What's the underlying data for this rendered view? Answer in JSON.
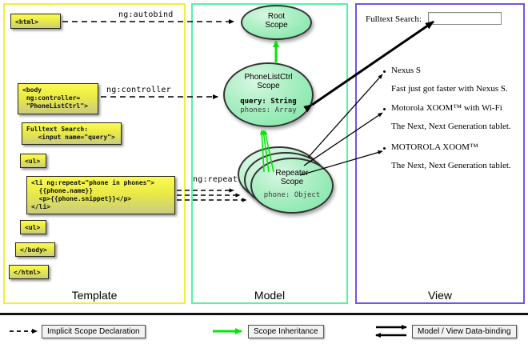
{
  "panels": {
    "template": {
      "label": "Template",
      "border_color": "#f2ef3a"
    },
    "model": {
      "label": "Model",
      "border_color": "#55f5a3"
    },
    "view": {
      "label": "View",
      "border_color": "#6b57e8"
    }
  },
  "template_boxes": [
    {
      "id": "html-open",
      "text": "<html>"
    },
    {
      "id": "body-open",
      "text": "<body\n ng:controller=\n \"PhoneListCtrl\">"
    },
    {
      "id": "search",
      "text": "Fulltext Search:\n   <input name=\"query\">"
    },
    {
      "id": "ul-open",
      "text": "<ul>"
    },
    {
      "id": "li-repeat",
      "text": "<li ng:repeat=\"phone in phones\">\n  {{phone.name}}\n  <p>{{phone.snippet}}</p>\n</li>"
    },
    {
      "id": "ul-close",
      "text": "<ul>"
    },
    {
      "id": "body-close",
      "text": "</body>"
    },
    {
      "id": "html-close",
      "text": "</html>"
    }
  ],
  "connector_labels": [
    {
      "id": "ng-autobind",
      "text": "ng:autobind"
    },
    {
      "id": "ng-controller",
      "text": "ng:controller"
    },
    {
      "id": "ng-repeat",
      "text": "ng:repeat"
    }
  ],
  "scopes": [
    {
      "id": "root",
      "title_line1": "Root",
      "title_line2": "Scope",
      "props": []
    },
    {
      "id": "phonelistctrl",
      "title_line1": "PhoneListCtrl",
      "title_line2": "Scope",
      "props": [
        {
          "text": "query: String",
          "bold": true,
          "color": "#000000"
        },
        {
          "text": "phones: Array",
          "bold": false,
          "color": "#3c3c3c"
        }
      ]
    },
    {
      "id": "repeater",
      "title_line1": "Repeater",
      "title_line2": "Scope",
      "props": [
        {
          "text": "phone: Object",
          "bold": false,
          "color": "#3c3c3c"
        }
      ]
    }
  ],
  "view": {
    "search_label": "Fulltext Search:",
    "search_value": "",
    "search_placeholder": "",
    "items": [
      {
        "name": "Nexus S",
        "snippet": "Fast just got faster with Nexus S."
      },
      {
        "name": "Motorola XOOM™  with Wi-Fi",
        "snippet": "The Next, Next Generation tablet."
      },
      {
        "name": "MOTOROLA XOOM™",
        "snippet": "The Next, Next Generation tablet."
      }
    ]
  },
  "legend": [
    {
      "id": "implicit-scope-declaration",
      "label": "Implicit Scope Declaration",
      "arrow": "dashed-black",
      "color": "#000000"
    },
    {
      "id": "scope-inheritance",
      "label": "Scope Inheritance",
      "arrow": "solid-green",
      "color": "#00e800"
    },
    {
      "id": "model-view-data-binding",
      "label": "Model / View Data-binding",
      "arrow": "double-black",
      "color": "#000000"
    }
  ]
}
